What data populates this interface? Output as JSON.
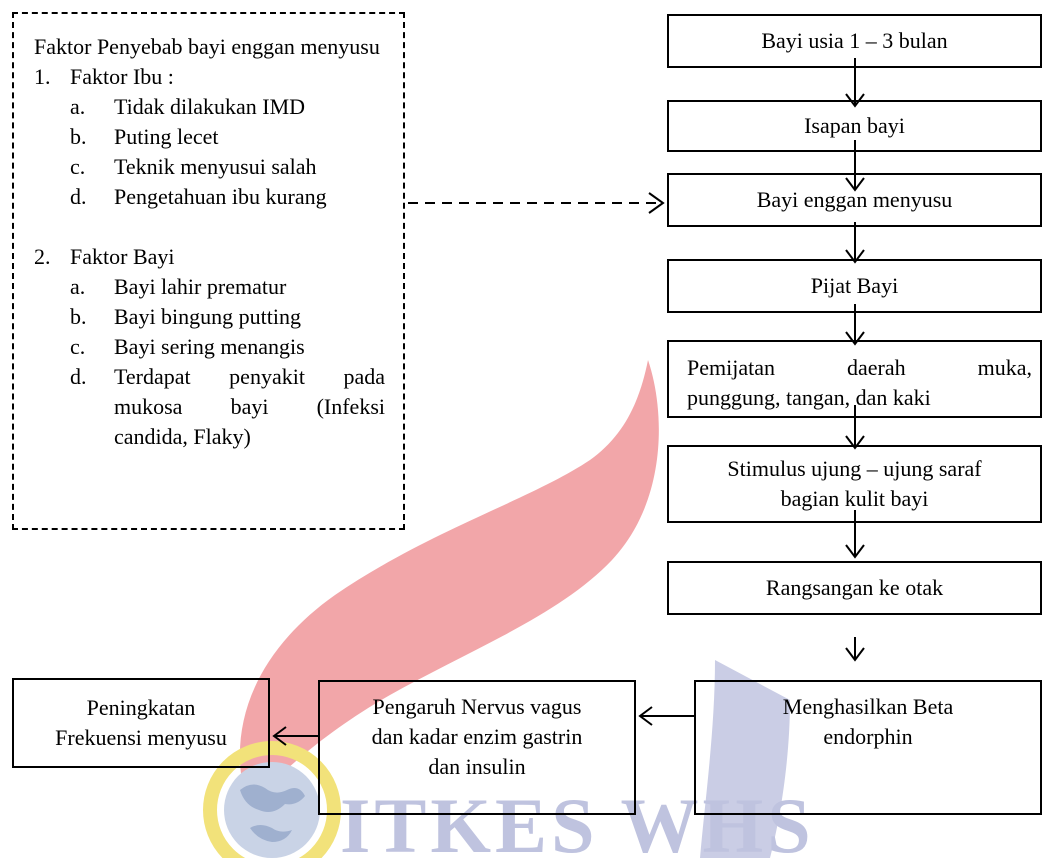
{
  "factors": {
    "title": "Faktor Penyebab bayi enggan menyusu",
    "groups": [
      {
        "number": "1.",
        "label": "Faktor Ibu :",
        "items": [
          {
            "letter": "a.",
            "text": "Tidak dilakukan IMD"
          },
          {
            "letter": "b.",
            "text": "Puting lecet"
          },
          {
            "letter": "c.",
            "text": "Teknik menyusui salah"
          },
          {
            "letter": "d.",
            "text": "Pengetahuan ibu kurang"
          }
        ]
      },
      {
        "number": "2.",
        "label": "Faktor Bayi",
        "items": [
          {
            "letter": "a.",
            "text": "Bayi lahir prematur"
          },
          {
            "letter": "b.",
            "text": "Bayi bingung putting"
          },
          {
            "letter": "c.",
            "text": "Bayi sering menangis"
          },
          {
            "letter": "d.",
            "text": "Terdapat penyakit pada mukosa bayi (Infeksi",
            "text_line2": "candida, Flaky)"
          }
        ]
      }
    ]
  },
  "flow": {
    "age": "Bayi usia 1 – 3 bulan",
    "suction": "Isapan bayi",
    "reluctant": "Bayi enggan menyusu",
    "massage": "Pijat Bayi",
    "massage_area_line1": "Pemijatan daerah muka,",
    "massage_area_line2": "punggung, tangan, dan kaki",
    "stimulus_line1": "Stimulus ujung – ujung saraf",
    "stimulus_line2": "bagian kulit bayi",
    "brain": "Rangsangan ke otak",
    "beta_line1": "Menghasilkan Beta",
    "beta_line2": "endorphin",
    "vagus_line1": "Pengaruh Nervus vagus",
    "vagus_line2": "dan kadar enzim gastrin",
    "vagus_line3": "dan insulin",
    "increase_line1": "Peningkatan",
    "increase_line2": "Frekuensi menyusu"
  },
  "watermark": {
    "text": "ITKES WHS",
    "colors": {
      "flame": "#f2a6a9",
      "text": "#bfc3df",
      "ring": "#f2e27a",
      "globe": "#c9d3e6"
    }
  }
}
